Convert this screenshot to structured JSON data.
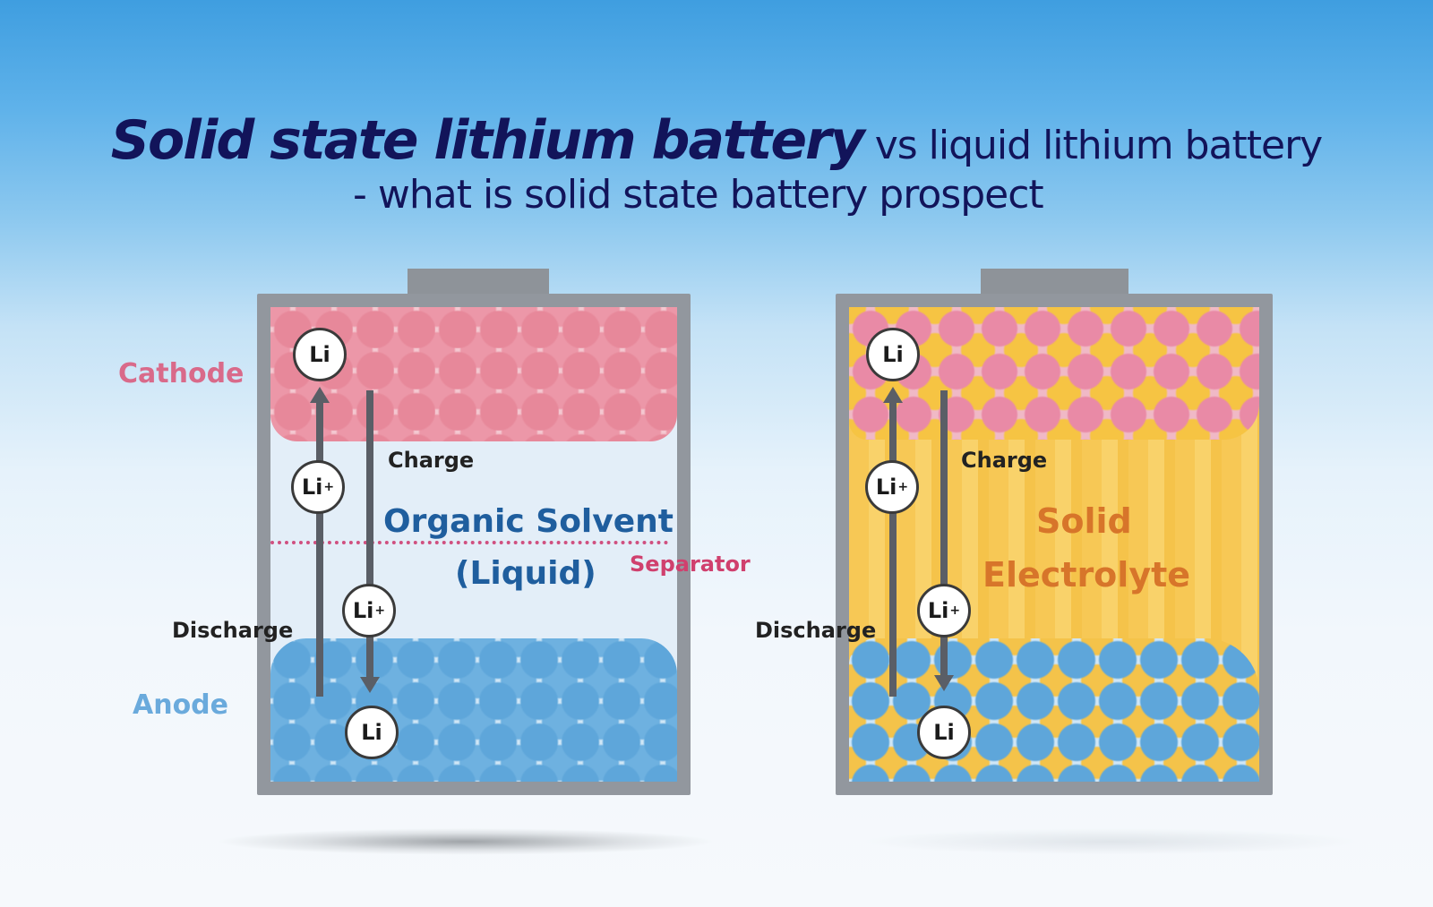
{
  "title": {
    "main": "Solid state lithium battery",
    "rest": " vs liquid lithium battery",
    "subtitle": "- what is solid state battery prospect"
  },
  "colors": {
    "title": "#12145a",
    "cathode": "#e7889a",
    "anode": "#5ea6da",
    "liquid_electrolyte": "#e3eef8",
    "solid_electrolyte": "#f7c855",
    "separator": "#d05080",
    "shell": "#92979e"
  },
  "liquid_battery": {
    "side_labels": {
      "cathode": "Cathode",
      "anode": "Anode",
      "discharge": "Discharge",
      "separator": "Separator"
    },
    "charge_label": "Charge",
    "electrolyte_line1": "Organic Solvent",
    "electrolyte_line2": "(Liquid)",
    "ions": {
      "top": "Li",
      "mid_left": "Li",
      "mid_left_charge": "+",
      "mid_right": "Li",
      "mid_right_charge": "+",
      "bottom": "Li"
    }
  },
  "solid_battery": {
    "side_labels": {
      "discharge": "Discharge"
    },
    "charge_label": "Charge",
    "electrolyte_line1": "Solid",
    "electrolyte_line2": "Electrolyte",
    "ions": {
      "top": "Li",
      "mid_left": "Li",
      "mid_left_charge": "+",
      "mid_right": "Li",
      "mid_right_charge": "+",
      "bottom": "Li"
    }
  }
}
